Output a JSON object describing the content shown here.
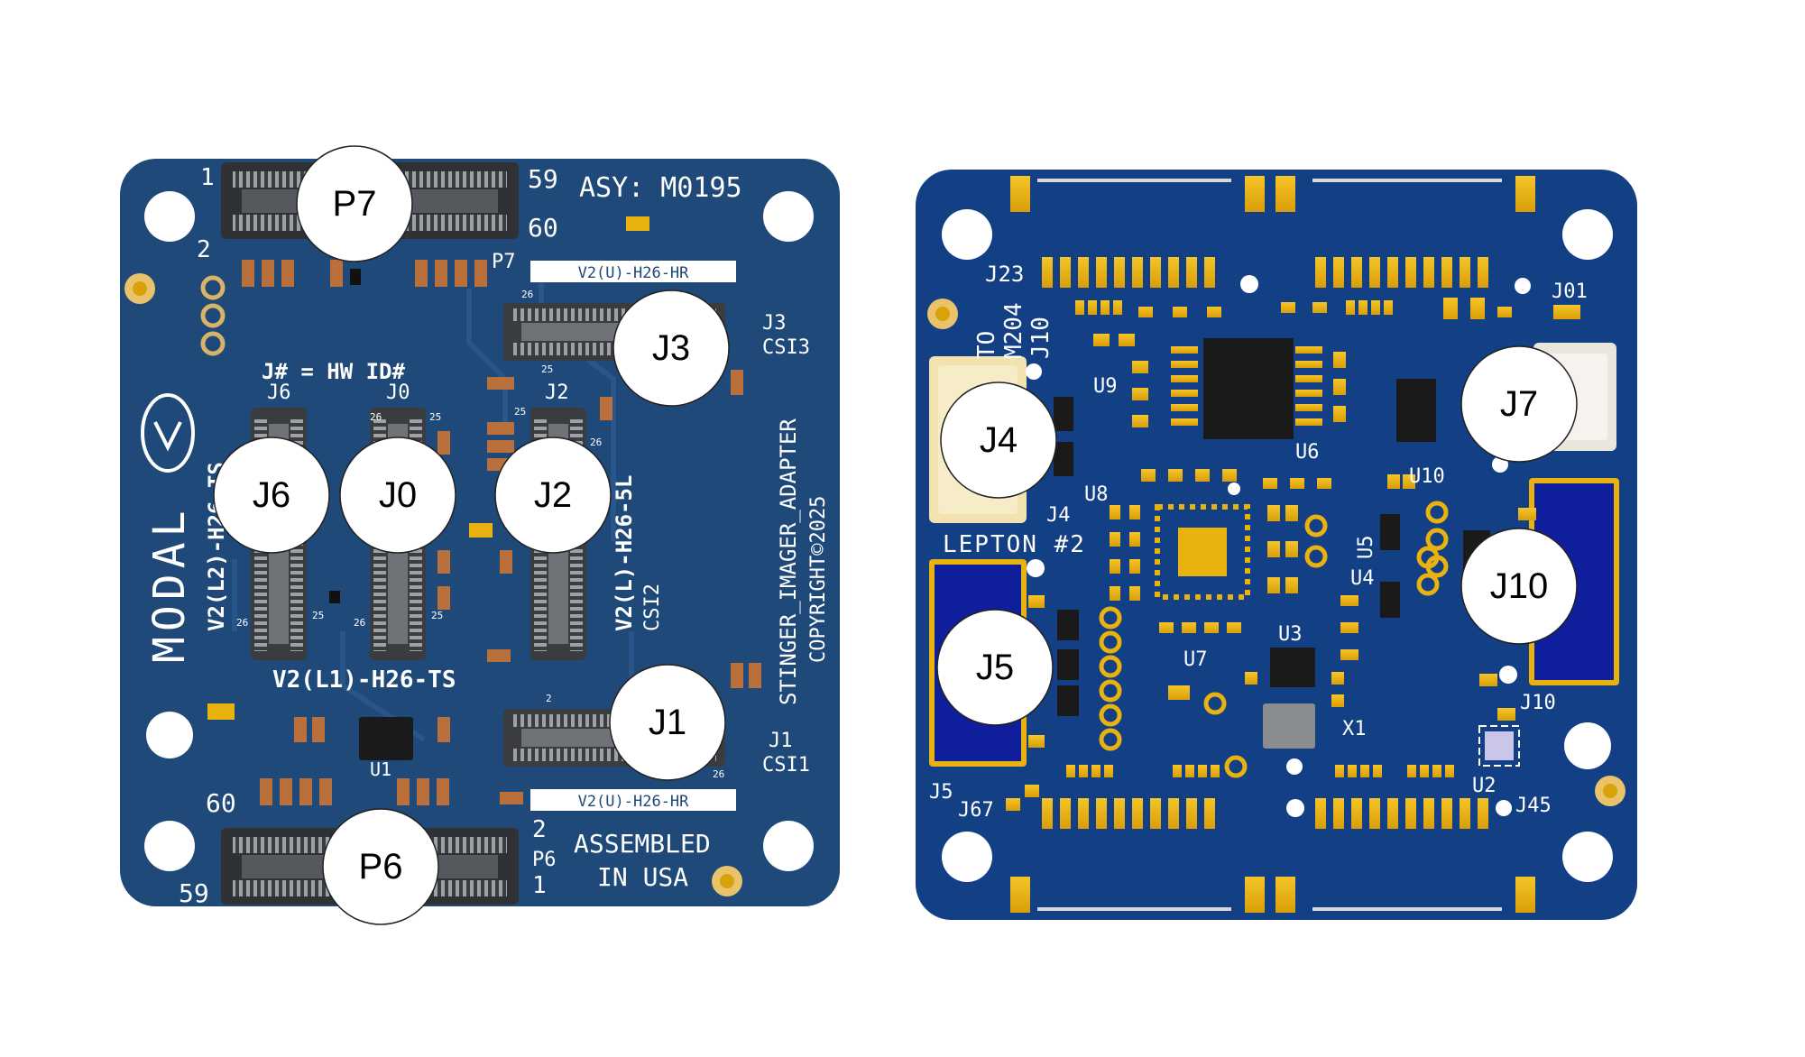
{
  "colors": {
    "background": "#ffffff",
    "board_left": "#1f4978",
    "board_right": "#133f85",
    "pad_gold": "#e9b20f",
    "connector_grey": "#8a8d90",
    "callout_fill": "#ffffff",
    "callout_stroke": "#222222",
    "dark_blue_socket": "#0f1e9a",
    "cream_connector": "#f2e2b0"
  },
  "left_board": {
    "name_icon": "modalai-logo",
    "assembly": "ASY: M0195",
    "title": "STINGER_IMAGER_ADAPTER",
    "copyright": "COPYRIGHT©2025",
    "made_in_line1": "ASSEMBLED",
    "made_in_line2": "IN USA",
    "hw_id_note": "J# = HW ID#",
    "logo_text": "MODAL",
    "silk_v2u_top": "V2(U)-H26-HR",
    "silk_v2u_bottom": "V2(U)-H26-HR",
    "silk_v2l1": "V2(L1)-H26-TS",
    "silk_v2l2": "V2(L2)-H26-TS",
    "silk_v2l": "V2(L)-H26-5L",
    "silk_csi2": "CSI2",
    "silk_j3": "J3",
    "silk_csi3": "CSI3",
    "silk_j1": "J1",
    "silk_csi1": "CSI1",
    "silk_j6": "J6",
    "silk_j0": "J0",
    "silk_j2": "J2",
    "silk_u1": "U1",
    "silk_p7": "P7",
    "silk_p6": "P6",
    "pin_1_top": "1",
    "pin_2_top": "2",
    "pin_59_top": "59",
    "pin_60_top": "60",
    "pin_60_bottom": "60",
    "pin_59_bottom": "59",
    "pin_2_bottom": "2",
    "pin_1_bottom": "1",
    "pin_26a": "26",
    "pin_25a": "25",
    "pin_26b": "26",
    "pin_25b": "25",
    "pin_26c": "26",
    "pin_25c": "25",
    "pin_26d": "26",
    "pin_25d": "25",
    "pin_26e": "26",
    "pin_25e": "25",
    "pin_2_j1": "2",
    "pin_26_j1": "26"
  },
  "right_board": {
    "silk_j23": "J23",
    "silk_to": "TO",
    "silk_m204": "M204",
    "silk_j10_vert": "J10",
    "silk_u9": "U9",
    "silk_u8": "U8",
    "silk_j4": "J4",
    "silk_lepton": "LEPTON #2",
    "silk_u6": "U6",
    "silk_u10": "U10",
    "silk_j01": "J01",
    "silk_u5": "U5",
    "silk_u4": "U4",
    "silk_u3": "U3",
    "silk_u7": "U7",
    "silk_x1": "X1",
    "silk_j10": "J10",
    "silk_u2": "U2",
    "silk_j45": "J45",
    "silk_j5": "J5",
    "silk_j67": "J67"
  },
  "callouts": [
    {
      "label": "P7"
    },
    {
      "label": "J3"
    },
    {
      "label": "J6"
    },
    {
      "label": "J0"
    },
    {
      "label": "J2"
    },
    {
      "label": "J1"
    },
    {
      "label": "P6"
    },
    {
      "label": "J4"
    },
    {
      "label": "J7"
    },
    {
      "label": "J10"
    },
    {
      "label": "J5"
    }
  ]
}
